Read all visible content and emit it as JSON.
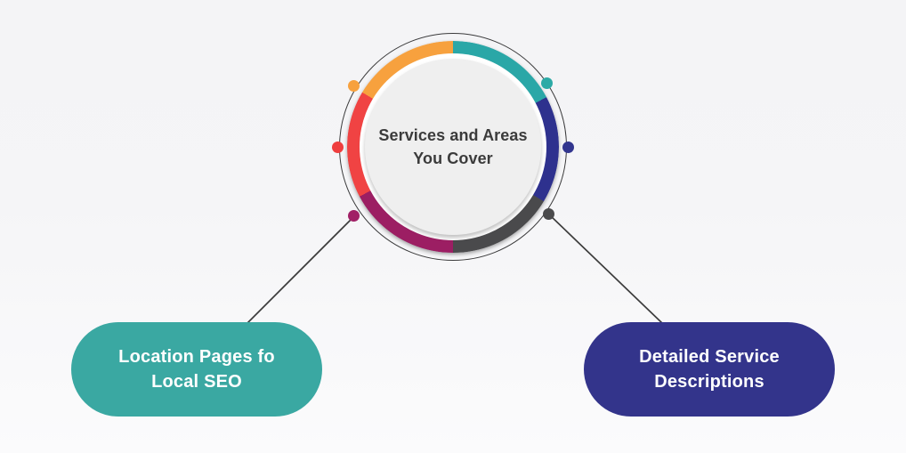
{
  "hub": {
    "title_line1": "Services and Areas",
    "title_line2": "You Cover",
    "text_color": "#3b3b3b",
    "inner_fill": "#efefef",
    "orbit_stroke": "#3b3b3c",
    "segments": [
      {
        "name": "teal",
        "color": "#2aa7a7",
        "start_deg": 0,
        "end_deg": 62
      },
      {
        "name": "navy",
        "color": "#2e318e",
        "start_deg": 62,
        "end_deg": 121
      },
      {
        "name": "gray",
        "color": "#4a4a4c",
        "start_deg": 121,
        "end_deg": 180
      },
      {
        "name": "magenta",
        "color": "#9c1e63",
        "start_deg": 180,
        "end_deg": 242
      },
      {
        "name": "red",
        "color": "#f04343",
        "start_deg": 242,
        "end_deg": 301
      },
      {
        "name": "orange",
        "color": "#f7a13e",
        "start_deg": 301,
        "end_deg": 360
      }
    ],
    "dots": [
      {
        "name": "orange",
        "color": "#f7a13e"
      },
      {
        "name": "red",
        "color": "#ef3e3e"
      },
      {
        "name": "magenta",
        "color": "#a12066"
      },
      {
        "name": "teal",
        "color": "#2caaa6"
      },
      {
        "name": "navy",
        "color": "#32368f"
      },
      {
        "name": "gray",
        "color": "#4a4a4c"
      }
    ]
  },
  "connectors": {
    "color": "#3c3c3c"
  },
  "nodes": {
    "left": {
      "line1": "Location Pages fo",
      "line2": "Local SEO",
      "color": "#3aa8a2",
      "text_color": "#ffffff"
    },
    "right": {
      "line1": "Detailed Service",
      "line2": "Descriptions",
      "color": "#33348b",
      "text_color": "#ffffff"
    }
  }
}
